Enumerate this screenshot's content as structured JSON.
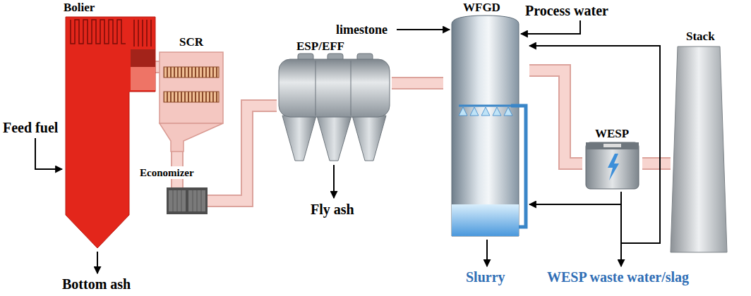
{
  "diagram": {
    "nodes": [
      {
        "text": [
          "Bolier"
        ]
      },
      {
        "text": [
          "SCR"
        ]
      },
      {
        "text": [
          "Economizer"
        ]
      },
      {
        "text": [
          "ESP/EFF"
        ]
      },
      {
        "text": [
          "WFGD"
        ]
      },
      {
        "text": [
          "WESP"
        ]
      },
      {
        "text": [
          "Stack"
        ]
      }
    ],
    "edges": [
      {
        "from": 0,
        "to": 1,
        "arrow": "none"
      },
      {
        "from": 1,
        "to": 2,
        "arrow": "none"
      },
      {
        "from": 2,
        "to": 3,
        "arrow": "none"
      },
      {
        "from": 3,
        "to": 4,
        "arrow": "none"
      },
      {
        "from": 4,
        "to": 5,
        "arrow": "none"
      },
      {
        "from": 5,
        "to": 6,
        "arrow": "none"
      },
      {
        "from": 5,
        "to": 4,
        "arrow": "to"
      },
      {
        "from": 5,
        "to": 4,
        "arrow": "to"
      }
    ],
    "labels": [
      "Feed fuel",
      "Bottom ash",
      "Fly ash",
      "limestone",
      "Process water",
      "Slurry",
      "WESP waste water/slag"
    ]
  }
}
